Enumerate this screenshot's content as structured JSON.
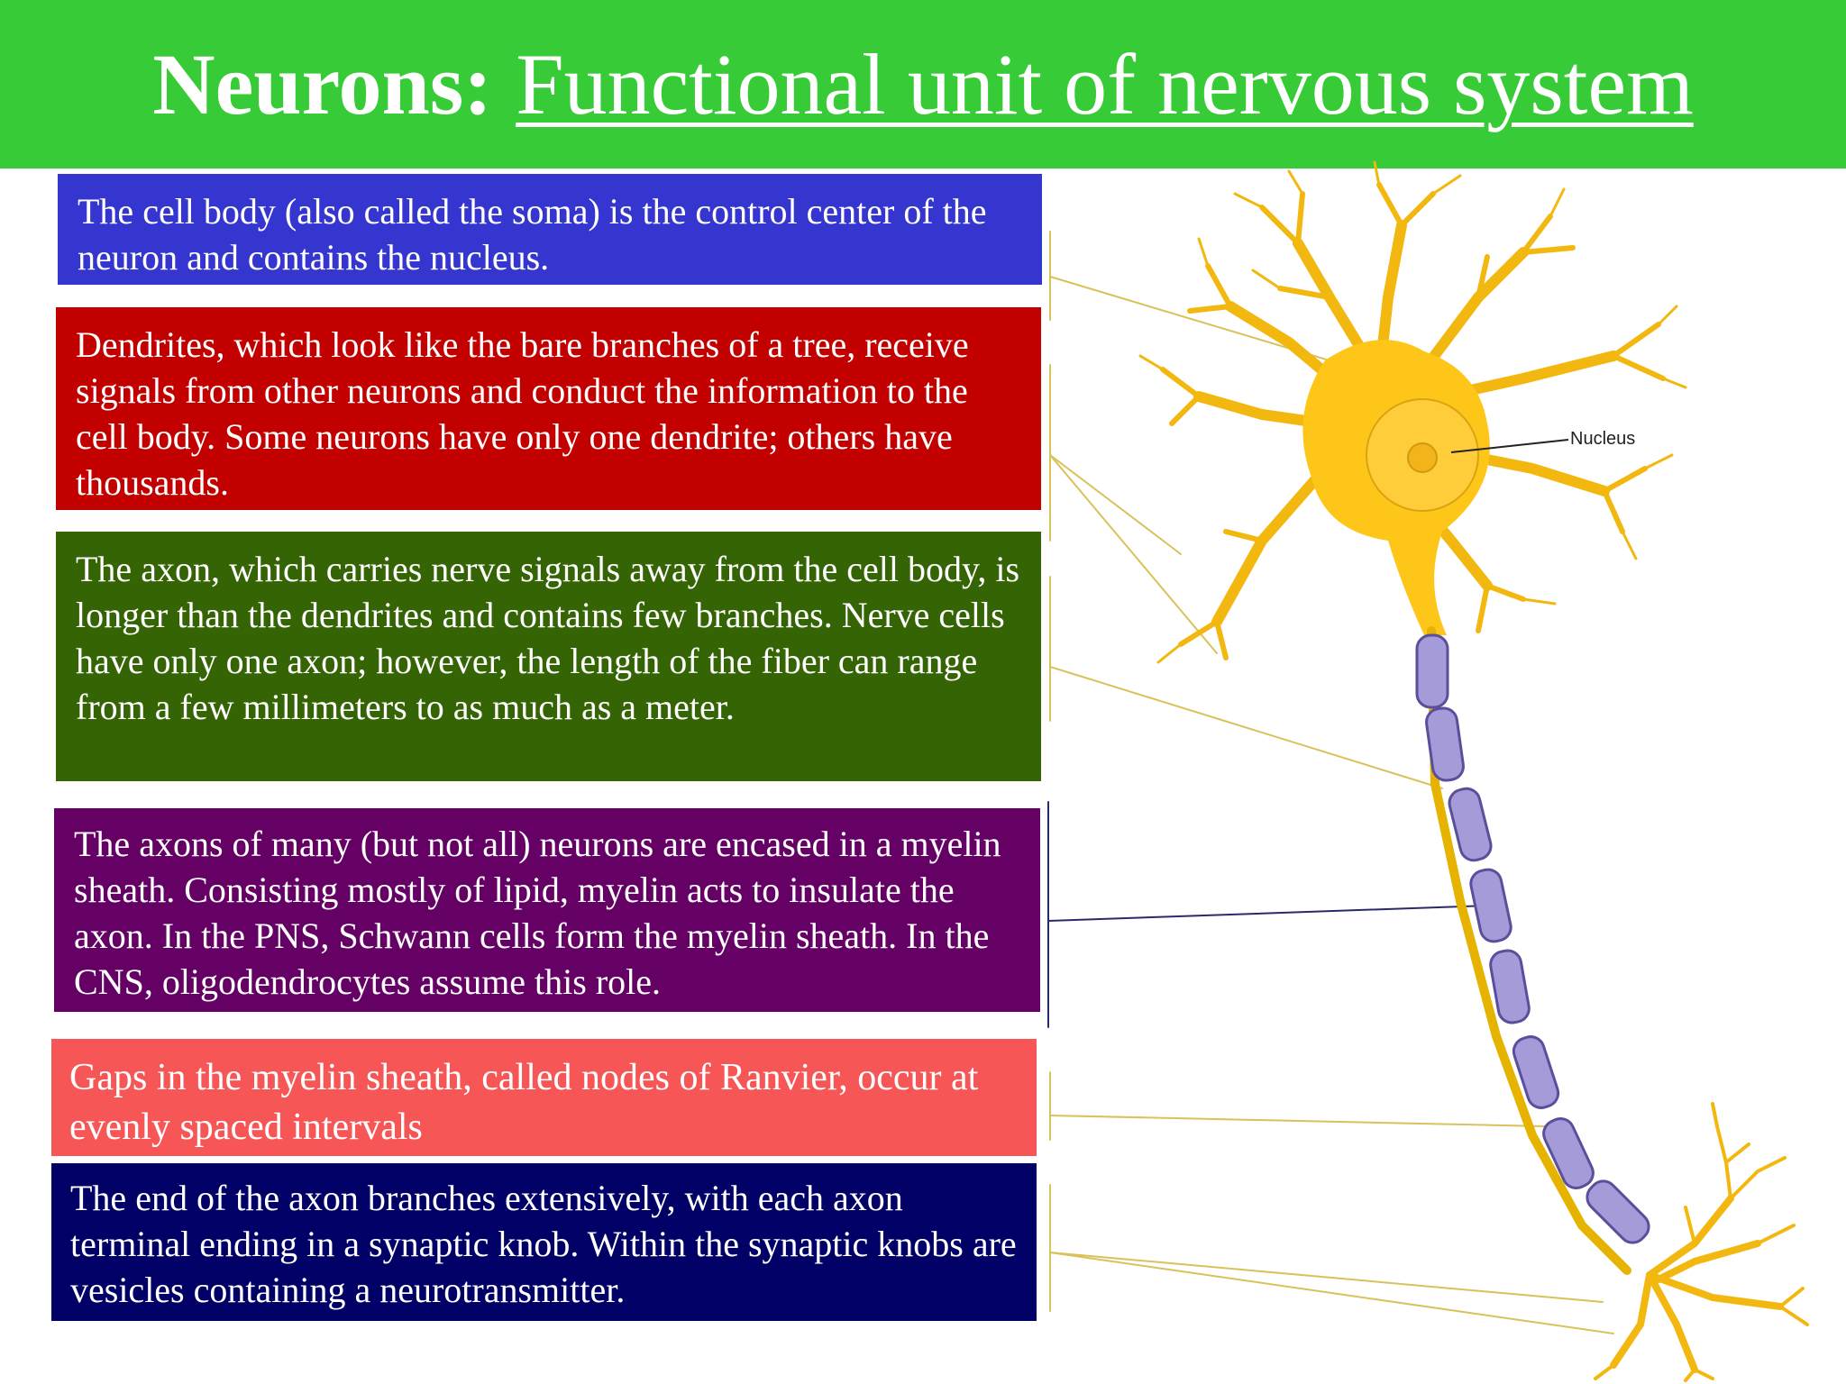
{
  "title": {
    "bold": "Neurons:",
    "subtitle": "Functional unit of nervous system"
  },
  "colors": {
    "header": "#37cb37",
    "cell_body_box": "#3535cf",
    "dendrites_box": "#c20000",
    "axon_box": "#356405",
    "myelin_box": "#650065",
    "nodes_box": "#f75656",
    "terminal_box": "#000066",
    "neuron_body": "#ffc61a",
    "myelin_segment": "#a59bd8"
  },
  "boxes": {
    "cell_body": "The cell body (also called the soma) is the control center of the neuron and contains the nucleus.",
    "dendrites": "Dendrites, which look like the bare branches of a tree, receive signals from other neurons and conduct the information to the cell body. Some neurons have only one dendrite; others have thousands.",
    "axon": "The axon, which carries nerve signals away from the cell body, is longer than the dendrites and contains few branches. Nerve cells have only one axon; however, the length of the fiber can range from a few millimeters to as much as a meter.",
    "myelin": "The axons of many (but not all) neurons are encased in a myelin sheath. Consisting mostly of lipid, myelin acts to insulate the axon. In the PNS, Schwann cells form the myelin sheath. In the CNS, oligodendrocytes assume this role.",
    "nodes": "Gaps in the myelin sheath, called nodes of Ranvier, occur at evenly spaced intervals",
    "terminal": "The end of the axon branches extensively, with each axon terminal ending in a synaptic knob. Within the synaptic knobs are vesicles containing a neurotransmitter."
  },
  "diagram": {
    "nucleus_label": "Nucleus"
  }
}
